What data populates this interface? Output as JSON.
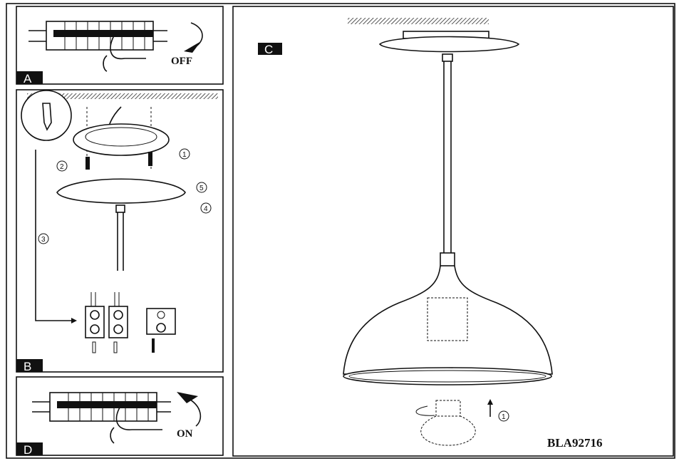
{
  "panels": {
    "a": {
      "label": "A",
      "switch_text": "OFF"
    },
    "b": {
      "label": "B",
      "steps": [
        "1",
        "2",
        "3",
        "4",
        "5"
      ]
    },
    "c": {
      "label": "C",
      "steps": [
        "1"
      ],
      "model": "BLA92716"
    },
    "d": {
      "label": "D",
      "switch_text": "ON"
    }
  }
}
